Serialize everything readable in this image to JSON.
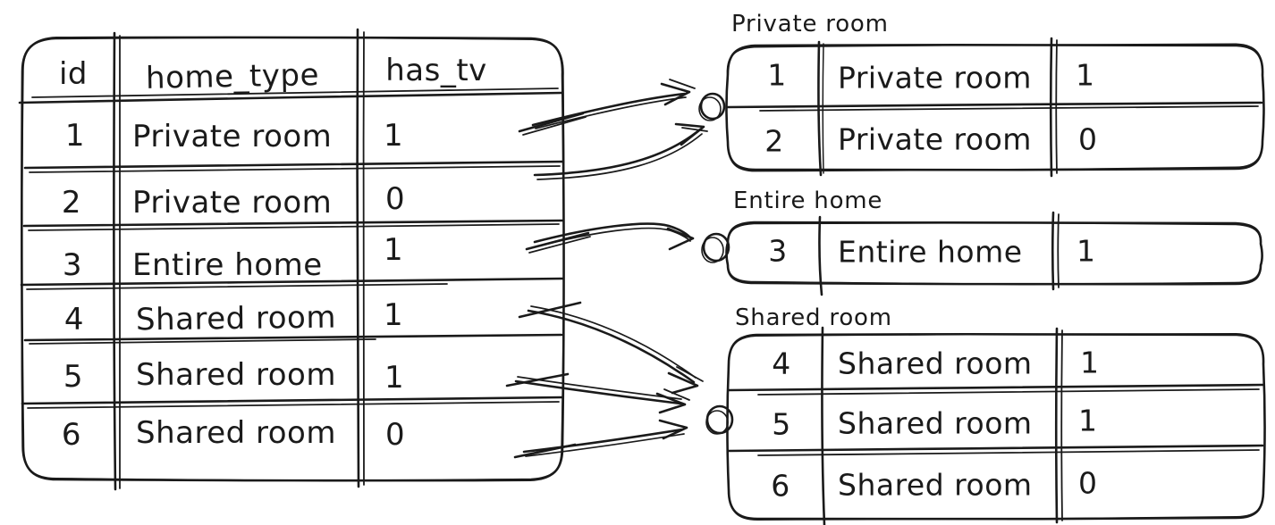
{
  "colors": {
    "ink": "#1a1a1a",
    "background": "#ffffff"
  },
  "source_table": {
    "columns": {
      "id": "id",
      "home_type": "home_type",
      "has_tv": "has_tv"
    },
    "rows": [
      {
        "id": "1",
        "home_type": "Private room",
        "has_tv": "1"
      },
      {
        "id": "2",
        "home_type": "Private room",
        "has_tv": "0"
      },
      {
        "id": "3",
        "home_type": "Entire home",
        "has_tv": "1"
      },
      {
        "id": "4",
        "home_type": "Shared room",
        "has_tv": "1"
      },
      {
        "id": "5",
        "home_type": "Shared room",
        "has_tv": "1"
      },
      {
        "id": "6",
        "home_type": "Shared room",
        "has_tv": "0"
      }
    ]
  },
  "groups": [
    {
      "label": "Private room",
      "rows": [
        {
          "id": "1",
          "home_type": "Private room",
          "has_tv": "1"
        },
        {
          "id": "2",
          "home_type": "Private room",
          "has_tv": "0"
        }
      ]
    },
    {
      "label": "Entire home",
      "rows": [
        {
          "id": "3",
          "home_type": "Entire home",
          "has_tv": "1"
        }
      ]
    },
    {
      "label": "Shared room",
      "rows": [
        {
          "id": "4",
          "home_type": "Shared room",
          "has_tv": "1"
        },
        {
          "id": "5",
          "home_type": "Shared room",
          "has_tv": "1"
        },
        {
          "id": "6",
          "home_type": "Shared room",
          "has_tv": "0"
        }
      ]
    }
  ]
}
